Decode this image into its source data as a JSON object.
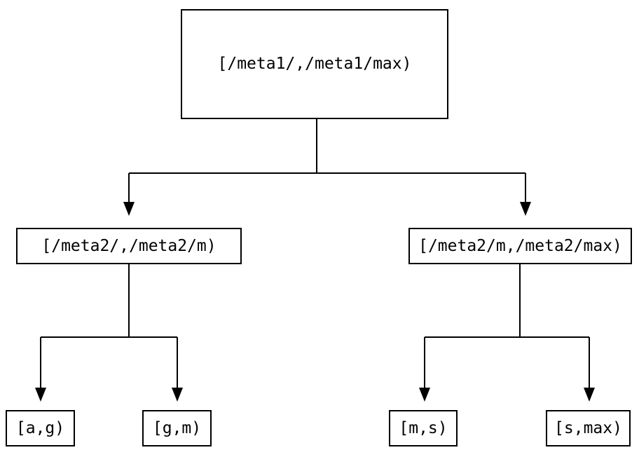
{
  "diagram": {
    "type": "tree",
    "colors": {
      "background": "#ffffff",
      "line": "#000000",
      "box_border": "#000000",
      "text": "#000000"
    },
    "nodes": {
      "root": {
        "label": "[/meta1/,/meta1/max)"
      },
      "left": {
        "label": "[/meta2/,/meta2/m)"
      },
      "right": {
        "label": "[/meta2/m,/meta2/max)"
      },
      "leaf_ag": {
        "label": "[a,g)"
      },
      "leaf_gm": {
        "label": "[g,m)"
      },
      "leaf_ms": {
        "label": "[m,s)"
      },
      "leaf_smax": {
        "label": "[s,max)"
      }
    },
    "edges": [
      {
        "from": "root",
        "to": "left"
      },
      {
        "from": "root",
        "to": "right"
      },
      {
        "from": "left",
        "to": "leaf_ag"
      },
      {
        "from": "left",
        "to": "leaf_gm"
      },
      {
        "from": "right",
        "to": "leaf_ms"
      },
      {
        "from": "right",
        "to": "leaf_smax"
      }
    ]
  }
}
